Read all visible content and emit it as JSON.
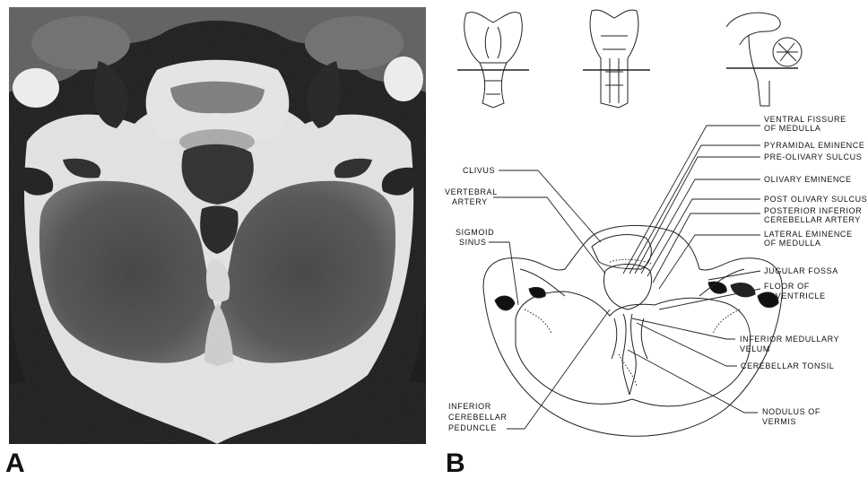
{
  "panels": {
    "a": "A",
    "b": "B"
  },
  "labels": {
    "left": {
      "clivus": "CLIVUS",
      "vertebral_1": "VERTEBRAL",
      "vertebral_2": "ARTERY",
      "sigmoid_1": "SIGMOID",
      "sigmoid_2": "SINUS",
      "icp_1": "INFERIOR",
      "icp_2": "CEREBELLAR",
      "icp_3": "PEDUNCLE"
    },
    "right": {
      "vfm_1": "VENTRAL FISSURE",
      "vfm_2": "OF MEDULLA",
      "pyramidal": "PYRAMIDAL EMINENCE",
      "preolivary": "PRE-OLIVARY SULCUS",
      "olivary": "OLIVARY EMINENCE",
      "postolivary": "POST OLIVARY SULCUS",
      "pica_1": "POSTERIOR INFERIOR",
      "pica_2": "CEREBELLAR ARTERY",
      "lateral_1": "LATERAL EMINENCE",
      "lateral_2": "OF MEDULLA",
      "jugular": "JUGULAR FOSSA",
      "floor_1": "FLOOR OF",
      "floor_2": "IV VENTRICLE",
      "imv_1": "INFERIOR MEDULLARY",
      "imv_2": "VELUM",
      "tonsil": "CEREBELLAR TONSIL",
      "nodulus_1": "NODULUS OF",
      "nodulus_2": "VERMIS"
    }
  }
}
